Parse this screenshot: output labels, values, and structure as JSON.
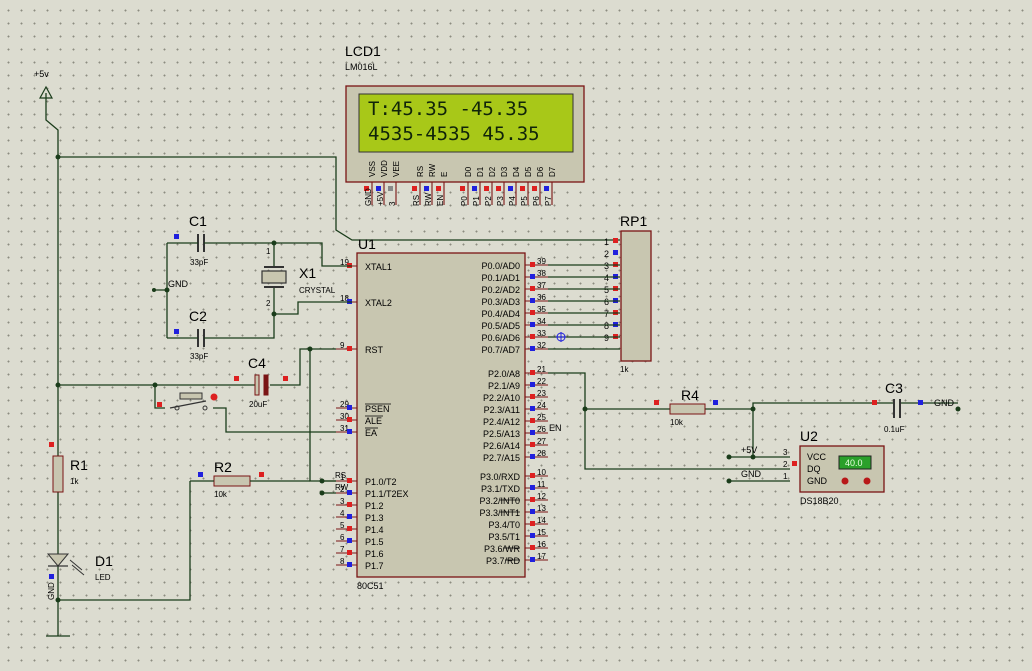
{
  "power": {
    "vcc": "+5v"
  },
  "lcd": {
    "ref": "LCD1",
    "model": "LM016L",
    "line1": "T:45.35  -45.35",
    "line2": "4535-4535 45.35",
    "pins": [
      "VSS",
      "VDD",
      "VEE",
      "RS",
      "RW",
      "E",
      "D0",
      "D1",
      "D2",
      "D3",
      "D4",
      "D5",
      "D6",
      "D7"
    ],
    "nets": [
      "GND",
      "+5V",
      "3",
      "RS",
      "RW",
      "EN",
      "P0",
      "P1",
      "P2",
      "P3",
      "P4",
      "P5",
      "P6",
      "P7"
    ]
  },
  "mcu": {
    "ref": "U1",
    "model": "80C51",
    "left_pins": [
      {
        "num": "19",
        "label": "XTAL1"
      },
      {
        "num": "18",
        "label": "XTAL2"
      },
      {
        "num": "9",
        "label": "RST"
      },
      {
        "num": "29",
        "label": "PSEN"
      },
      {
        "num": "30",
        "label": "ALE"
      },
      {
        "num": "31",
        "label": "EA"
      },
      {
        "num": "1",
        "label": "P1.0/T2"
      },
      {
        "num": "2",
        "label": "P1.1/T2EX"
      },
      {
        "num": "3",
        "label": "P1.2"
      },
      {
        "num": "4",
        "label": "P1.3"
      },
      {
        "num": "5",
        "label": "P1.4"
      },
      {
        "num": "6",
        "label": "P1.5"
      },
      {
        "num": "7",
        "label": "P1.6"
      },
      {
        "num": "8",
        "label": "P1.7"
      }
    ],
    "right_pins": [
      {
        "num": "39",
        "label": "P0.0/AD0"
      },
      {
        "num": "38",
        "label": "P0.1/AD1"
      },
      {
        "num": "37",
        "label": "P0.2/AD2"
      },
      {
        "num": "36",
        "label": "P0.3/AD3"
      },
      {
        "num": "35",
        "label": "P0.4/AD4"
      },
      {
        "num": "34",
        "label": "P0.5/AD5"
      },
      {
        "num": "33",
        "label": "P0.6/AD6"
      },
      {
        "num": "32",
        "label": "P0.7/AD7"
      },
      {
        "num": "21",
        "label": "P2.0/A8"
      },
      {
        "num": "22",
        "label": "P2.1/A9"
      },
      {
        "num": "23",
        "label": "P2.2/A10"
      },
      {
        "num": "24",
        "label": "P2.3/A11"
      },
      {
        "num": "25",
        "label": "P2.4/A12"
      },
      {
        "num": "26",
        "label": "P2.5/A13"
      },
      {
        "num": "27",
        "label": "P2.6/A14"
      },
      {
        "num": "28",
        "label": "P2.7/A15"
      },
      {
        "num": "10",
        "label": "P3.0/RXD"
      },
      {
        "num": "11",
        "label": "P3.1/TXD"
      },
      {
        "num": "12",
        "label": "P3.2/INT0"
      },
      {
        "num": "13",
        "label": "P3.3/INT1"
      },
      {
        "num": "14",
        "label": "P3.4/T0"
      },
      {
        "num": "15",
        "label": "P3.5/T1"
      },
      {
        "num": "16",
        "label": "P3.6/WR"
      },
      {
        "num": "17",
        "label": "P3.7/RD"
      }
    ],
    "en_label": "EN",
    "rs_label": "RS",
    "rw_label": "RW"
  },
  "rp1": {
    "ref": "RP1",
    "value": "1k",
    "pins": [
      "1",
      "2",
      "3",
      "4",
      "5",
      "6",
      "7",
      "8",
      "9"
    ]
  },
  "c1": {
    "ref": "C1",
    "value": "33pF"
  },
  "c2": {
    "ref": "C2",
    "value": "33pF"
  },
  "c3": {
    "ref": "C3",
    "value": "0.1uF"
  },
  "c4": {
    "ref": "C4",
    "value": "20uF"
  },
  "x1": {
    "ref": "X1",
    "value": "CRYSTAL",
    "pin1": "1",
    "pin2": "2"
  },
  "r1": {
    "ref": "R1",
    "value": "1k"
  },
  "r2": {
    "ref": "R2",
    "value": "10k"
  },
  "r4": {
    "ref": "R4",
    "value": "10k"
  },
  "d1": {
    "ref": "D1",
    "value": "LED"
  },
  "u2": {
    "ref": "U2",
    "model": "DS18B20",
    "pins": [
      {
        "num": "3",
        "label": "VCC"
      },
      {
        "num": "2",
        "label": "DQ"
      },
      {
        "num": "1",
        "label": "GND"
      }
    ],
    "display": "40.0",
    "net_vcc": "+5V",
    "net_gnd": "GND"
  },
  "gnd_labels": {
    "crystal": "GND",
    "c3": "GND",
    "led": "GND"
  },
  "colors": {
    "wire": "#1a3c1a",
    "body": "#c8c6b0",
    "outline": "#7a1414",
    "lcd_screen": "#a8c818",
    "u2_display": "#2aa02a"
  }
}
